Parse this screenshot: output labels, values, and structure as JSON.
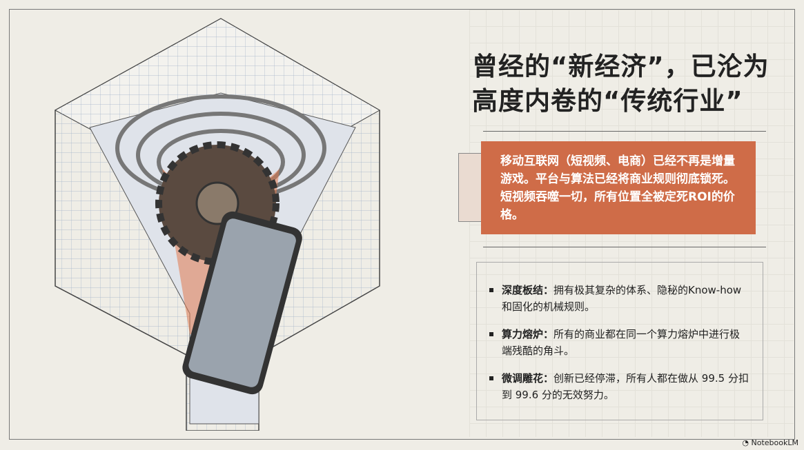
{
  "title_lines": [
    "曾经的“新经济”，已沦为",
    "高度内卷的“传统行业”"
  ],
  "highlight_text": "移动互联网（短视频、电商）已经不再是增量游戏。平台与算法已经将商业规则彻底锁死。短视频吞噬一切，所有位置全被定死ROI的价格。",
  "bullets": [
    {
      "term": "深度板结：",
      "text": "拥有极其复杂的体系、隐秘的Know-how和固化的机械规则。"
    },
    {
      "term": "算力熔炉：",
      "text": "所有的商业都在同一个算力熔炉中进行极端残酷的角斗。"
    },
    {
      "term": "微调雕花：",
      "text": "创新已经停滞，所有人都在做从 99.5 分扣到 99.6 分的无效努力。"
    }
  ],
  "watermark": "NotebookLM",
  "colors": {
    "accent": "#cf6c48",
    "background": "#efede6"
  }
}
